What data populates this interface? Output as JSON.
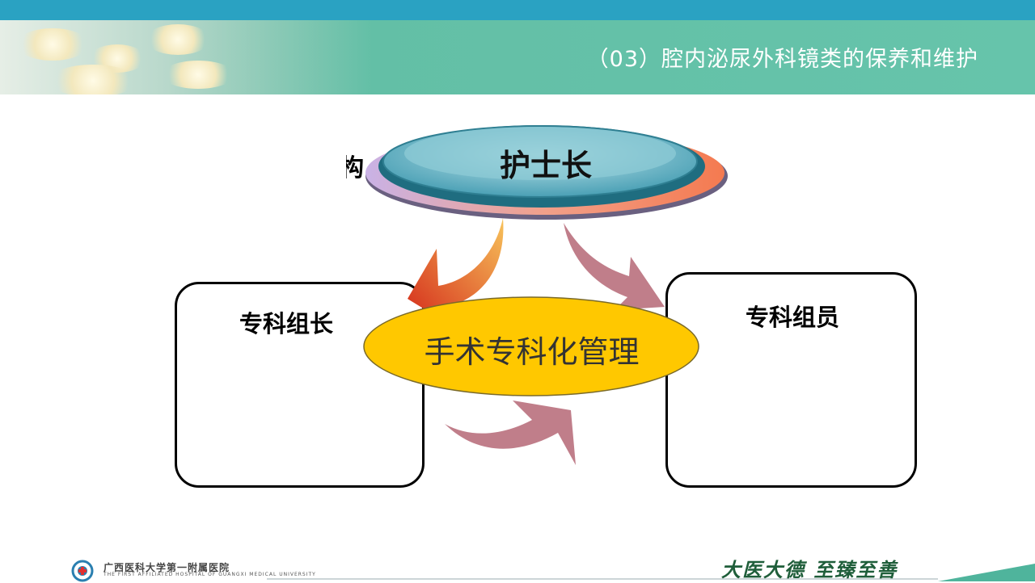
{
  "header": {
    "title": "（03）腔内泌尿外科镜类的保养和维护"
  },
  "diagram": {
    "top_node": "护士长",
    "center_node": "手术专科化管理",
    "left_box": "专科组长",
    "right_box": "专科组员",
    "partial_text": "构"
  },
  "footer": {
    "hospital_name": "广西医科大学第一附属医院",
    "hospital_name_en": "THE FIRST AFFILIATED HOSPITAL OF GUANGXI MEDICAL UNIVERSITY",
    "slogan": "大医大德 至臻至善"
  },
  "colors": {
    "top_bar": "#2aa2c2",
    "header": "#63bfa6",
    "center_ellipse": "#ffc800",
    "right_arrows": "#c07e8a",
    "left_arrow_start": "#d42a1a",
    "left_arrow_end": "#f7c25a"
  }
}
